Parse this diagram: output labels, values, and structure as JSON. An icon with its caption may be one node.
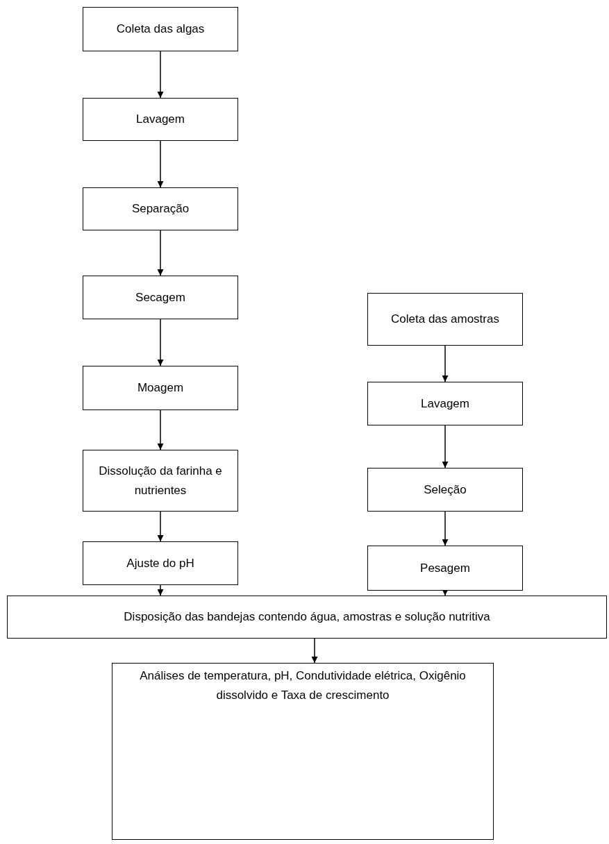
{
  "diagram": {
    "nodes": [
      {
        "text": [
          "Coleta das algas"
        ]
      },
      {
        "text": [
          "Lavagem"
        ]
      },
      {
        "text": [
          "Separação"
        ]
      },
      {
        "text": [
          "Secagem"
        ]
      },
      {
        "text": [
          "Moagem"
        ]
      },
      {
        "text": [
          "Dissolução da farinha e nutrientes"
        ]
      },
      {
        "text": [
          "Ajuste do pH"
        ]
      },
      {
        "text": [
          "Coleta das amostras"
        ]
      },
      {
        "text": [
          "Lavagem"
        ]
      },
      {
        "text": [
          "Seleção"
        ]
      },
      {
        "text": [
          "Pesagem"
        ]
      },
      {
        "text": [
          "Disposição das bandejas contendo água, amostras e solução nutritiva"
        ]
      },
      {
        "text": [
          "Análises de temperatura, pH, Condutividade elétrica, Oxigênio dissolvido e Taxa de crescimento"
        ]
      }
    ],
    "edges": [
      {
        "from": 0,
        "to": 1,
        "arrow": "to"
      },
      {
        "from": 1,
        "to": 2,
        "arrow": "to"
      },
      {
        "from": 2,
        "to": 3,
        "arrow": "to"
      },
      {
        "from": 3,
        "to": 4,
        "arrow": "to"
      },
      {
        "from": 4,
        "to": 5,
        "arrow": "to"
      },
      {
        "from": 5,
        "to": 6,
        "arrow": "to"
      },
      {
        "from": 7,
        "to": 8,
        "arrow": "to"
      },
      {
        "from": 8,
        "to": 9,
        "arrow": "to"
      },
      {
        "from": 9,
        "to": 10,
        "arrow": "to"
      },
      {
        "from": 6,
        "to": 11,
        "arrow": "to"
      },
      {
        "from": 10,
        "to": 11,
        "arrow": "to"
      },
      {
        "from": 11,
        "to": 12,
        "arrow": "to"
      }
    ]
  }
}
